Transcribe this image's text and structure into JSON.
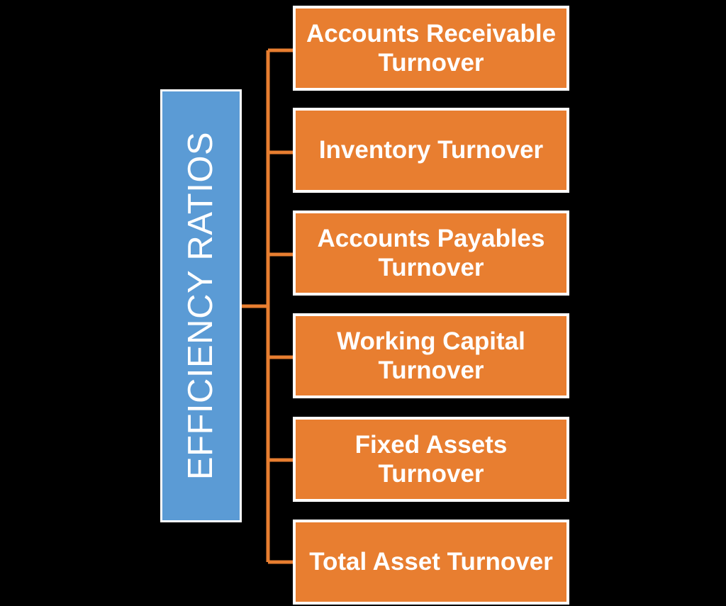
{
  "diagram": {
    "title": "Efficiency Ratios hierarchy diagram",
    "root": {
      "label": "EFFICIENCY RATIOS",
      "fill_color": "#5B9BD5",
      "text_color": "#FFFFFF",
      "border_color": "#FFFFFF"
    },
    "connector": {
      "color": "#E87E30",
      "style": "orthogonal-elbow"
    },
    "background_color": "#000000",
    "leaf_style": {
      "fill_color": "#E87E30",
      "text_color": "#FFFFFF",
      "border_color": "#FFFFFF"
    },
    "leaves": [
      {
        "line1": "Accounts Receivable",
        "line2": "Turnover",
        "label": "Accounts Receivable Turnover"
      },
      {
        "line1": "Inventory Turnover",
        "line2": "",
        "label": "Inventory Turnover"
      },
      {
        "line1": "Accounts Payables",
        "line2": "Turnover",
        "label": "Accounts Payables Turnover"
      },
      {
        "line1": "Working Capital",
        "line2": "Turnover",
        "label": "Working Capital Turnover"
      },
      {
        "line1": "Fixed Assets",
        "line2": "Turnover",
        "label": "Fixed Assets Turnover"
      },
      {
        "line1": "Total Asset Turnover",
        "line2": "",
        "label": "Total Asset Turnover"
      }
    ]
  }
}
